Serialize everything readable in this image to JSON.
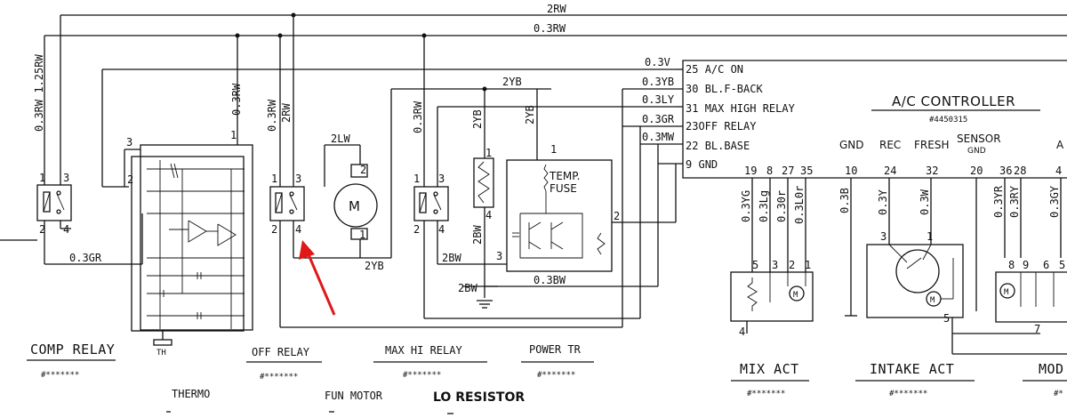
{
  "wires": {
    "top_2rw": "2RW",
    "top_03rw": "0.3RW",
    "v_03rw_125rw": "0.3RW 1.25RW",
    "v_03rw_a": "0.3RW",
    "v_03rw_b": "0.3RW",
    "v_2rw": "2RW",
    "v_03rw_c": "0.3RW",
    "w_2lw": "2LW",
    "w_2yb_top": "2YB",
    "w_2yb_left": "2YB",
    "w_2yb_right": "2YB",
    "w_2yb_bottom": "2YB",
    "w_2bw_a": "2BW",
    "w_2bw_b": "2BW",
    "w_2bw_c": "2BW",
    "w_03bw": "0.3BW",
    "w_03gr": "0.3GR",
    "conn_03v": "0.3V",
    "conn_03yb": "0.3YB",
    "conn_03ly": "0.3LY",
    "conn_03gr": "0.3GR",
    "conn_03mw": "0.3MW",
    "bot_03yg": "0.3YG",
    "bot_03lg": "0.3Lg",
    "bot_030r": "0.30r",
    "bot_03lor": "0.3L0r",
    "bot_03b": "0.3B",
    "bot_03y": "0.3Y",
    "bot_03w": "0.3W",
    "bot_03yr": "0.3YR",
    "bot_03ry": "0.3RY",
    "bot_03gy": "0.3GY"
  },
  "controller": {
    "title": "A/C CONTROLLER",
    "part_no": "#4450315",
    "pins": [
      {
        "num": "25",
        "label": "A/C ON"
      },
      {
        "num": "30",
        "label": "BL.F-BACK"
      },
      {
        "num": "31",
        "label": "MAX HIGH RELAY"
      },
      {
        "num": "23",
        "label": "OFF RELAY"
      },
      {
        "num": "22",
        "label": "BL.BASE"
      },
      {
        "num": "9",
        "label": "GND"
      }
    ],
    "bottom_labels": {
      "gnd": "GND",
      "rec": "REC",
      "fresh": "FRESH",
      "sensor": "SENSOR",
      "sensor_gnd": "GND",
      "a": "A"
    },
    "bottom_pins": [
      "19",
      "8",
      "27",
      "35",
      "10",
      "24",
      "32",
      "20",
      "36",
      "28",
      "4"
    ]
  },
  "components": {
    "comp_relay": {
      "label": "COMP RELAY",
      "part": "#*******",
      "pins": [
        "1",
        "3",
        "2",
        "4"
      ]
    },
    "thermo": {
      "label": "THERMO",
      "pins": [
        "3",
        "1",
        "2"
      ],
      "th": "TH"
    },
    "off_relay": {
      "label": "OFF RELAY",
      "part": "#*******",
      "pins": [
        "1",
        "3",
        "2",
        "4"
      ]
    },
    "fun_motor": {
      "label": "FUN MOTOR",
      "symbol": "M",
      "pins": [
        "2",
        "1"
      ]
    },
    "max_hi_relay": {
      "label": "MAX HI RELAY",
      "part": "#*******",
      "pins": [
        "1",
        "3",
        "2",
        "4"
      ]
    },
    "lo_resistor": {
      "label": "LO RESISTOR",
      "pins": [
        "1",
        "4"
      ]
    },
    "power_tr": {
      "label": "POWER TR",
      "part": "#*******",
      "pins": [
        "1",
        "2",
        "3"
      ]
    },
    "temp_fuse": {
      "label_line1": "TEMP.",
      "label_line2": "FUSE"
    },
    "mix_act": {
      "label": "MIX ACT",
      "part": "#*******",
      "pins": [
        "5",
        "3",
        "2",
        "1",
        "4"
      ],
      "motor": "M"
    },
    "intake_act": {
      "label": "INTAKE ACT",
      "part": "#*******",
      "pins": [
        "3",
        "1",
        "5",
        "7"
      ],
      "motor": "M"
    },
    "mod": {
      "label": "MOD",
      "part": "#*",
      "pins": [
        "8",
        "9",
        "6",
        "5"
      ],
      "motor": "M"
    }
  },
  "arrow_color": "#e01818"
}
